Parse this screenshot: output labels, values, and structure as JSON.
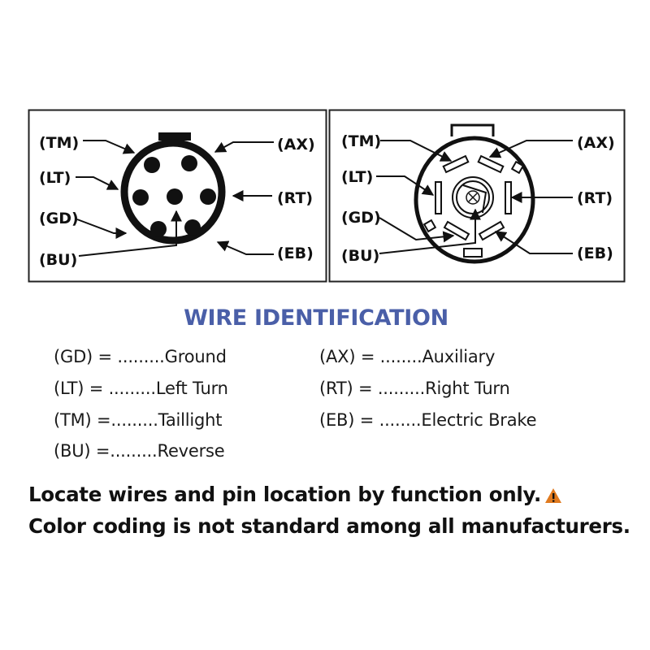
{
  "diagram_labels": {
    "tm": "(TM)",
    "lt": "(LT)",
    "gd": "(GD)",
    "bu": "(BU)",
    "ax": "(AX)",
    "rt": "(RT)",
    "eb": "(EB)"
  },
  "title": "WIRE IDENTIFICATION",
  "legend": {
    "left": [
      "(GD) = .........Ground",
      "(LT) = .........Left Turn",
      "(TM) =.........Taillight",
      "(BU) =.........Reverse"
    ],
    "right": [
      "(AX) =  ........Auxiliary",
      "(RT) = .........Right Turn",
      "(EB) = ........Electric Brake"
    ]
  },
  "notes": [
    "Locate wires and pin location by function only.",
    "Color coding is not standard among all manufacturers."
  ],
  "colors": {
    "title": "#4a5fa8",
    "warning": "#e07a1f",
    "ink": "#111111"
  }
}
